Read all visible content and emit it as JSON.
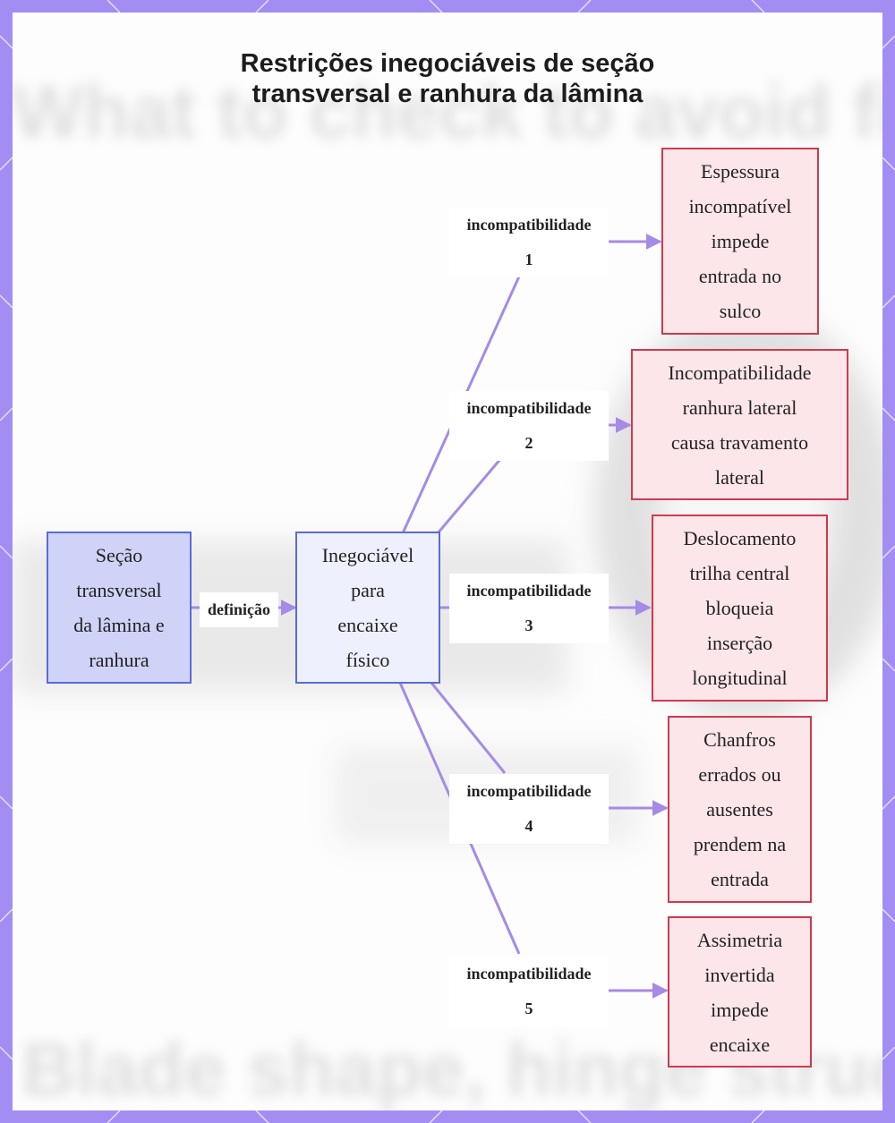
{
  "title": {
    "line1": "Restrições inegociáveis de seção",
    "line2": "transversal e ranhura da lâmina"
  },
  "background": {
    "top_text": "What to check to avoid fit proble",
    "bottom_text": "Blade shape, hinge structure,"
  },
  "colors": {
    "frame": "#a48df2",
    "edge": "#a58be6",
    "source_fill": "#cfd3f7",
    "source_border": "#5a6bd6",
    "leaf_fill": "#fde6ea",
    "leaf_border": "#cf3a4c"
  },
  "nodes": {
    "source": [
      "Seção",
      "transversal",
      "da lâmina e",
      "ranhura"
    ],
    "middle": [
      "Inegociável",
      "para",
      "encaixe",
      "físico"
    ],
    "leaves": [
      [
        "Espessura",
        "incompatível",
        "impede",
        "entrada no",
        "sulco"
      ],
      [
        "Incompatibilidade",
        "ranhura lateral",
        "causa travamento",
        "lateral"
      ],
      [
        "Deslocamento",
        "trilha central",
        "bloqueia",
        "inserção",
        "longitudinal"
      ],
      [
        "Chanfros",
        "errados ou",
        "ausentes",
        "prendem na",
        "entrada"
      ],
      [
        "Assimetria",
        "invertida",
        "impede",
        "encaixe"
      ]
    ]
  },
  "edge_labels": {
    "definition": "definição",
    "mismatch": [
      [
        "incompatibilidade",
        "1"
      ],
      [
        "incompatibilidade",
        "2"
      ],
      [
        "incompatibilidade",
        "3"
      ],
      [
        "incompatibilidade",
        "4"
      ],
      [
        "incompatibilidade",
        "5"
      ]
    ]
  }
}
